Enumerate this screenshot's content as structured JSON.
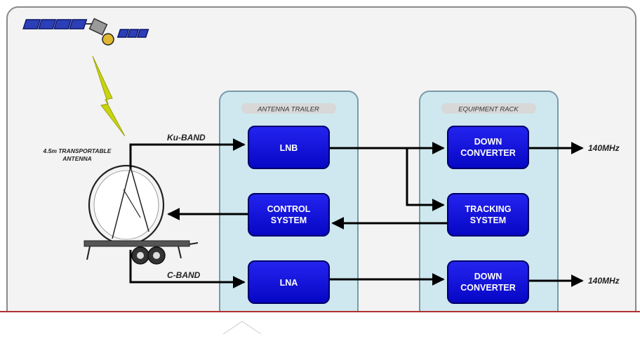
{
  "diagram": {
    "antenna_label_line1": "4.5m TRANSPORTABLE",
    "antenna_label_line2": "ANTENNA",
    "ku_band_label": "Ku-BAND",
    "c_band_label": "C-BAND",
    "groups": {
      "antenna_trailer": "ANTENNA TRAILER",
      "equipment_rack": "EQUIPMENT RACK"
    },
    "blocks": {
      "lnb": "LNB",
      "control_line1": "CONTROL",
      "control_line2": "SYSTEM",
      "lna": "LNA",
      "down1_line1": "DOWN",
      "down1_line2": "CONVERTER",
      "tracking_line1": "TRACKING",
      "tracking_line2": "SYSTEM",
      "down2_line1": "DOWN",
      "down2_line2": "CONVERTER"
    },
    "outputs": {
      "out1": "140MHz",
      "out2": "140MHz"
    }
  },
  "colors": {
    "block_fill": "#0a0ad8",
    "group_fill": "#cfe8ef",
    "group_stroke": "#7a9aa6",
    "group_label_fill": "#d8d8d8",
    "background": "#f3f3f3",
    "lightning": "#c7d40f",
    "divider": "#b03030"
  }
}
